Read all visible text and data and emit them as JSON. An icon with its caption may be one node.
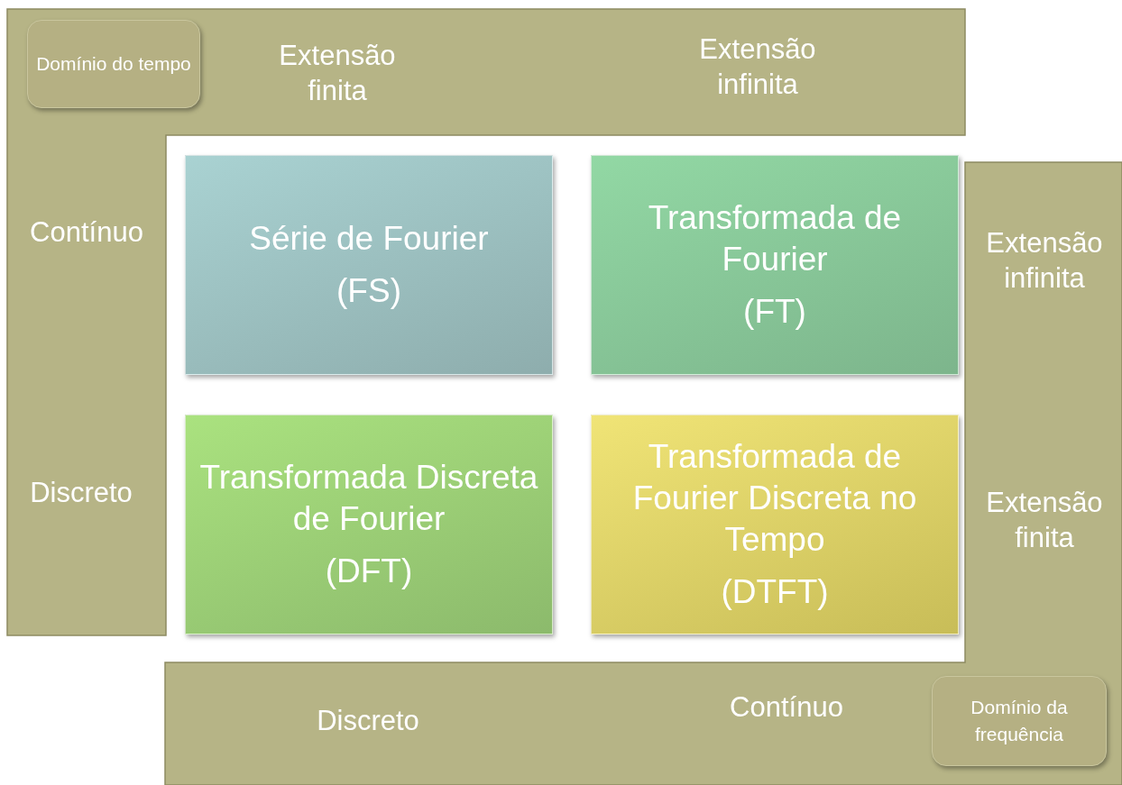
{
  "diagram": {
    "nodes": [
      {
        "text": [
          "Extensão finita",
          "Extensão infinita",
          "Contínuo",
          "Discreto"
        ]
      },
      {
        "text": [
          "Domínio do tempo"
        ],
        "in": 0
      },
      {
        "text": [
          "Série de Fourier",
          "(FS)"
        ]
      },
      {
        "text": [
          "Transformada de Fourier",
          "(FT)"
        ]
      },
      {
        "text": [
          "Extensão infinita",
          "Extensão finita",
          "Discreto",
          "Contínuo"
        ]
      },
      {
        "text": [
          "Transformada Discreta de Fourier",
          "(DFT)"
        ]
      },
      {
        "text": [
          "Transformada de Fourier Discreta no Tempo",
          "(DTFT)"
        ]
      },
      {
        "text": [
          "Domínio da frequência"
        ],
        "in": 4
      }
    ],
    "edges": []
  }
}
